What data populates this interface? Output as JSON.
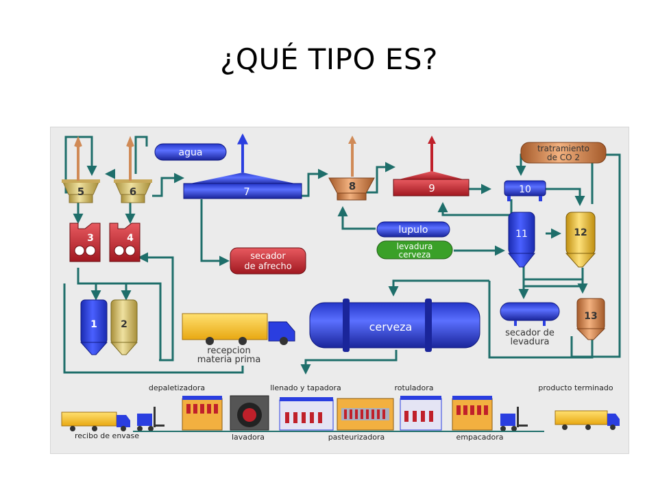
{
  "slide": {
    "title": "¿QUÉ TIPO ES?"
  },
  "diagram": {
    "units": {
      "u1": "1",
      "u2": "2",
      "u3": "3",
      "u4": "4",
      "u5": "5",
      "u6": "6",
      "u7": "7",
      "u8": "8",
      "u9": "9",
      "u10": "10",
      "u11": "11",
      "u12": "12",
      "u13": "13"
    },
    "labels": {
      "agua": "agua",
      "tratamiento_1": "tratramiento",
      "tratamiento_2": "de CO 2",
      "secador_afrecho_1": "secador",
      "secador_afrecho_2": "de afrecho",
      "lupulo": "lupulo",
      "levadura_1": "levadura",
      "levadura_2": "cerveza",
      "cerveza_tank": "cerveza",
      "secador_levadura_1": "secador de",
      "secador_levadura_2": "levadura",
      "recepcion_1": "recepcion",
      "recepcion_2": "materia prima"
    },
    "line_labels": {
      "depaletizadora": "depaletizadora",
      "llenado": "llenado y tapadora",
      "rotuladora": "rotuladora",
      "producto": "producto terminado",
      "recibo": "recibo de envase",
      "lavadora": "lavadora",
      "pasteurizadora": "pasteurizadora",
      "empacadora": "empacadora"
    },
    "colors": {
      "pipe": "#1e6e6a",
      "blue": "#2a3ee0",
      "tan": "#d9c27a",
      "red": "#c0202a",
      "orange": "#d08a56",
      "yellow": "#f2c21a",
      "green": "#3aa028",
      "background": "#ebebeb"
    }
  }
}
